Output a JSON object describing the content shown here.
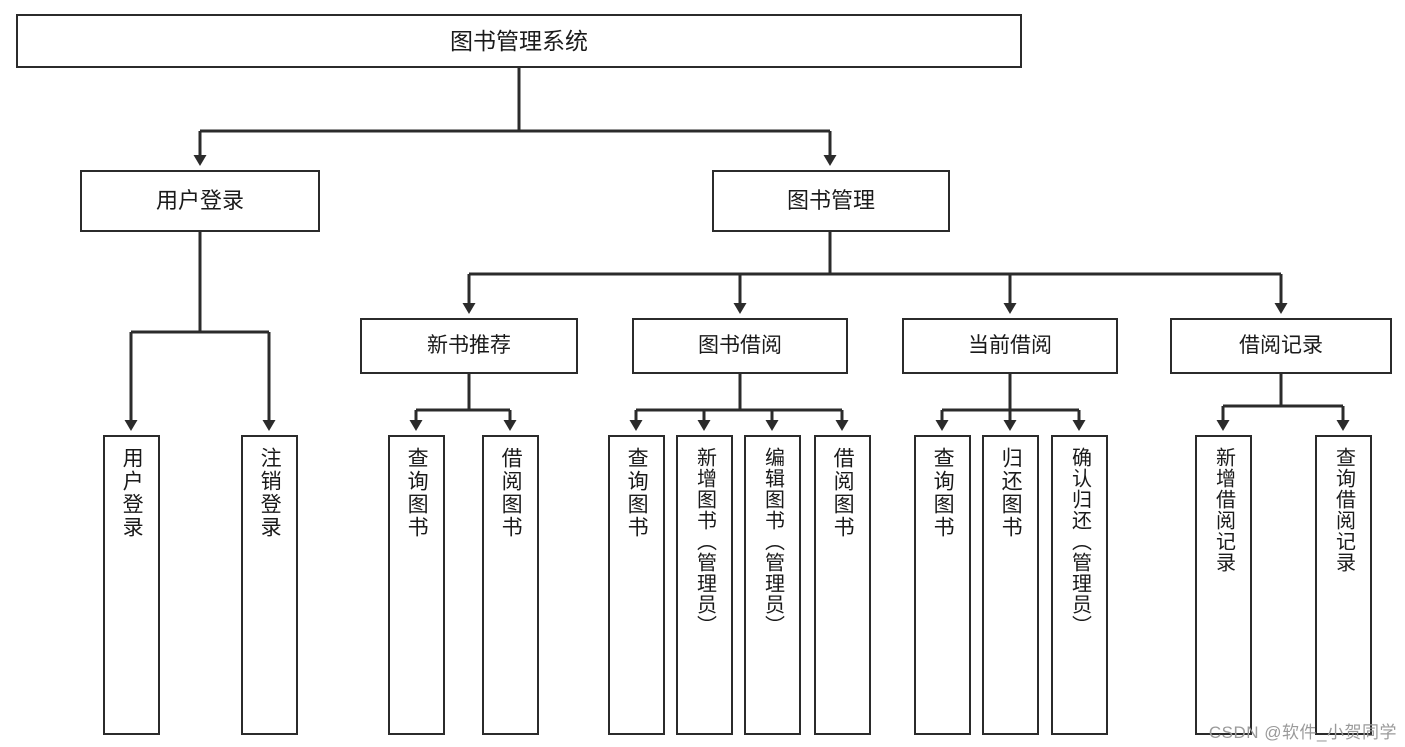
{
  "diagram": {
    "title": "图书管理系统",
    "type": "tree-hierarchy-diagram",
    "watermark": "CSDN @软件_小贺同学",
    "colors": {
      "background": "#ffffff",
      "box_border": "#2b2b2b",
      "box_fill": "#ffffff",
      "connector": "#2b2b2b",
      "text": "#1a1a1a",
      "watermark": "#9a9a9a"
    },
    "levels": {
      "root": {
        "label": "图书管理系统"
      },
      "level2": [
        {
          "id": "user-login",
          "label": "用户登录"
        },
        {
          "id": "book-management",
          "label": "图书管理"
        }
      ],
      "level3": [
        {
          "id": "new-book-recommend",
          "label": "新书推荐"
        },
        {
          "id": "book-borrow",
          "label": "图书借阅"
        },
        {
          "id": "current-borrow",
          "label": "当前借阅"
        },
        {
          "id": "borrow-record",
          "label": "借阅记录"
        }
      ],
      "leaves": [
        {
          "id": "leaf-user-login",
          "parent": "user-login",
          "label": "用户登录"
        },
        {
          "id": "leaf-logout-login",
          "parent": "user-login",
          "label": "注销登录"
        },
        {
          "id": "leaf-query-book-1",
          "parent": "new-book-recommend",
          "label": "查询图书"
        },
        {
          "id": "leaf-borrow-book-1",
          "parent": "new-book-recommend",
          "label": "借阅图书"
        },
        {
          "id": "leaf-query-book-2",
          "parent": "book-borrow",
          "label": "查询图书"
        },
        {
          "id": "leaf-add-book-admin",
          "parent": "book-borrow",
          "label": "新增图书（管理员）"
        },
        {
          "id": "leaf-edit-book-admin",
          "parent": "book-borrow",
          "label": "编辑图书（管理员）"
        },
        {
          "id": "leaf-borrow-book-2",
          "parent": "book-borrow",
          "label": "借阅图书"
        },
        {
          "id": "leaf-query-book-3",
          "parent": "current-borrow",
          "label": "查询图书"
        },
        {
          "id": "leaf-return-book",
          "parent": "current-borrow",
          "label": "归还图书"
        },
        {
          "id": "leaf-confirm-return",
          "parent": "current-borrow",
          "label": "确认归还（管理员）"
        },
        {
          "id": "leaf-add-record",
          "parent": "borrow-record",
          "label": "新增借阅记录"
        },
        {
          "id": "leaf-query-record",
          "parent": "borrow-record",
          "label": "查询借阅记录"
        }
      ]
    }
  }
}
